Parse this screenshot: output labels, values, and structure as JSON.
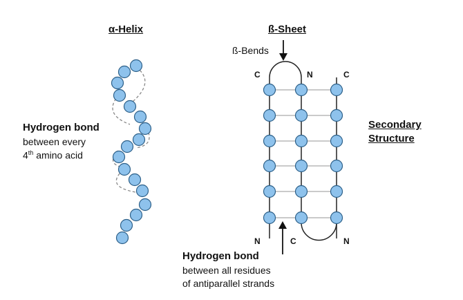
{
  "helix": {
    "title": "α-Helix",
    "hbond_title": "Hydrogen bond",
    "hbond_line1": "between every",
    "hbond_line2_num": "4",
    "hbond_line2_sup": "th",
    "hbond_line2_rest": " amino acid"
  },
  "sheet": {
    "title": "ß-Sheet",
    "bends_label": "ß-Bends",
    "strand_labels": [
      "C",
      "N",
      "C",
      "N",
      "C",
      "N"
    ],
    "hbond_title": "Hydrogen bond",
    "hbond_line1": "between all residues",
    "hbond_line2": "of antiparallel strands"
  },
  "secondary": {
    "line1": "Secondary",
    "line2": "Structure"
  },
  "colors": {
    "residue_fill": "#8ec2ec",
    "residue_stroke": "#2c5f88",
    "strand_line": "#222222",
    "hbond_dash": "#888888",
    "hbond_line": "#aaaaaa"
  }
}
